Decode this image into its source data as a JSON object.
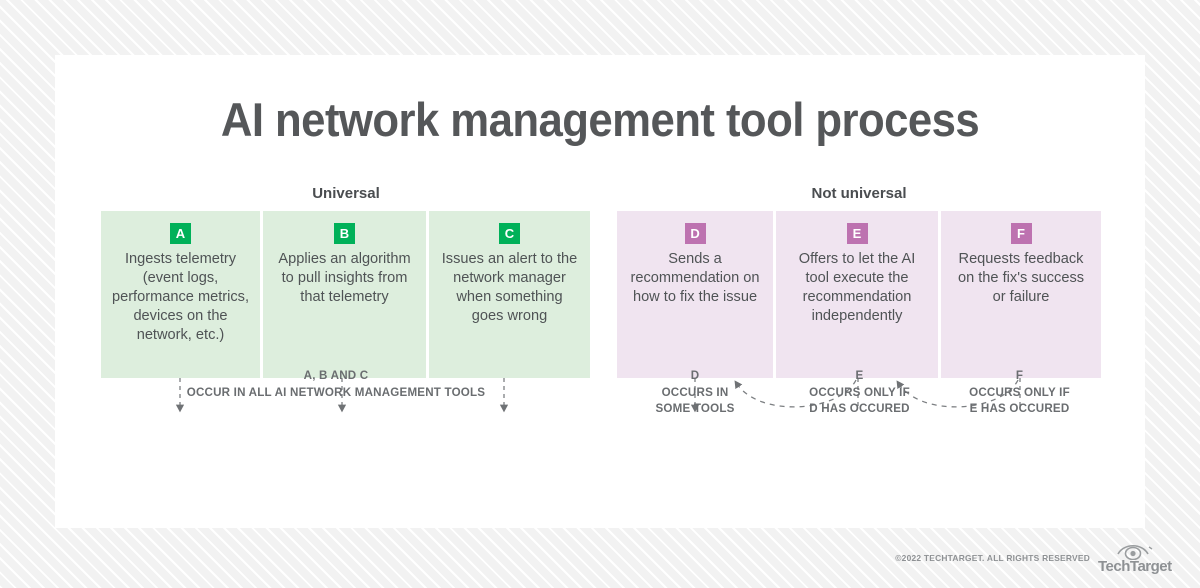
{
  "title": "AI network management tool process",
  "groups": {
    "left_label": "Universal",
    "right_label": "Not universal"
  },
  "colors": {
    "green_box_fill": "#ddeedd",
    "green_badge": "#00b159",
    "purple_box_fill": "#f0e4f0",
    "purple_badge": "#bd72b0",
    "title_text": "#555759",
    "body_text": "#4f5355",
    "caption_text": "#6a6d70",
    "card_background": "#ffffff",
    "page_background": "#f2f2f2"
  },
  "steps": {
    "universal": [
      {
        "badge": "A",
        "text": "Ingests telemetry (event logs, performance metrics, devices on the network, etc.)"
      },
      {
        "badge": "B",
        "text": "Applies an algorithm to pull insights from that telemetry"
      },
      {
        "badge": "C",
        "text": "Issues an alert to the network manager when something goes wrong"
      }
    ],
    "not_universal": [
      {
        "badge": "D",
        "text": "Sends a recommendation on how to fix the issue"
      },
      {
        "badge": "E",
        "text": "Offers to let the AI tool execute the recommendation independently"
      },
      {
        "badge": "F",
        "text": "Requests feedback on the fix's success or failure"
      }
    ]
  },
  "captions": {
    "abc": "A, B AND C\nOCCUR IN ALL AI NETWORK MANAGEMENT TOOLS",
    "d": "D\nOCCURS IN\nSOME TOOLS",
    "e": "E\nOCCURS ONLY IF\nD HAS OCCURED",
    "f": "F\nOCCURS ONLY IF\nE HAS OCCURED"
  },
  "footer": {
    "copyright": "©2022 TECHTARGET. ALL RIGHTS RESERVED",
    "logo_text": "TechTarget",
    "logo_icon": "eye-icon"
  }
}
